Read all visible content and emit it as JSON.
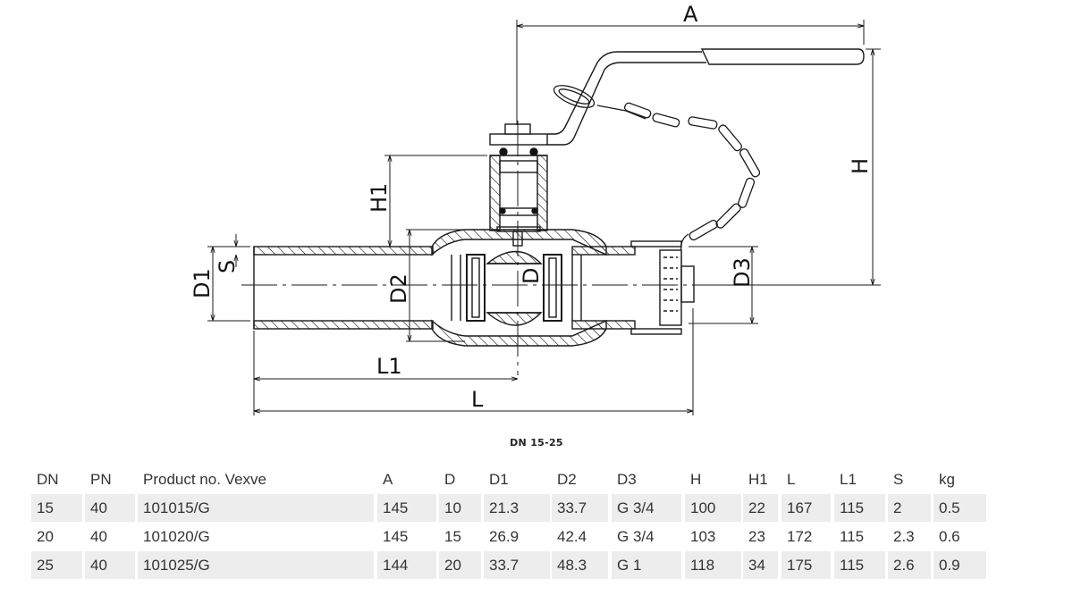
{
  "drawing": {
    "labels": {
      "A": "A",
      "H": "H",
      "H1": "H1",
      "D": "D",
      "D1": "D1",
      "D2": "D2",
      "D3": "D3",
      "S": "S",
      "L": "L",
      "L1": "L1"
    }
  },
  "subtitle": "DN 15-25",
  "table": {
    "headers": [
      "DN",
      "PN",
      "Product no. Vexve",
      "A",
      "D",
      "D1",
      "D2",
      "D3",
      "H",
      "H1",
      "L",
      "L1",
      "S",
      "kg"
    ],
    "rows": [
      [
        "15",
        "40",
        "101015/G",
        "145",
        "10",
        "21.3",
        "33.7",
        "G 3/4",
        "100",
        "22",
        "167",
        "115",
        "2",
        "0.5"
      ],
      [
        "20",
        "40",
        "101020/G",
        "145",
        "15",
        "26.9",
        "42.4",
        "G 3/4",
        "103",
        "23",
        "172",
        "115",
        "2.3",
        "0.6"
      ],
      [
        "25",
        "40",
        "101025/G",
        "144",
        "20",
        "33.7",
        "48.3",
        "G 1",
        "118",
        "34",
        "175",
        "115",
        "2.6",
        "0.9"
      ]
    ]
  },
  "colors": {
    "line": "#1a1a1a",
    "row_shade": "#ededed",
    "text": "#333333"
  }
}
